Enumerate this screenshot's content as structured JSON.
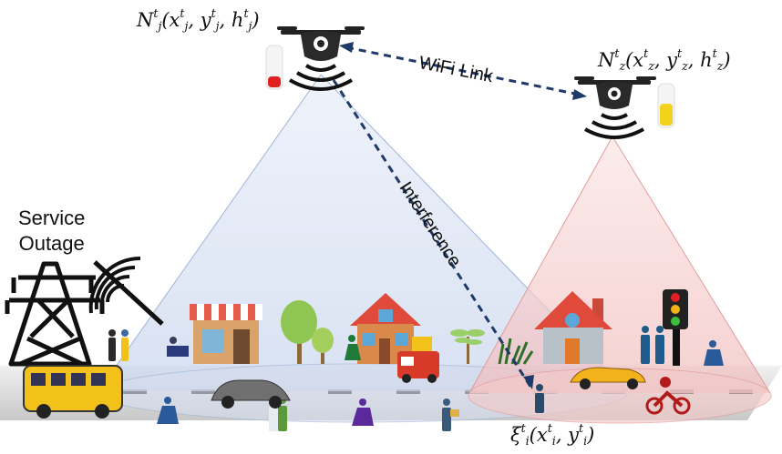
{
  "labels": {
    "service_outage_line1": "Service",
    "service_outage_line2": "Outage",
    "wifi_link": "WiFi Link",
    "interference": "Interference"
  },
  "nodes": {
    "drone_j": {
      "symbol": "N",
      "sup": "t",
      "sub": "j",
      "args": "(x",
      "args_full": "N_j^t(x_j^t, y_j^t, h_j^t)"
    },
    "drone_z": {
      "symbol": "N",
      "sup": "t",
      "sub": "z",
      "args_full": "N_z^t(x_z^t, y_z^t, h_z^t)"
    },
    "user_i": {
      "symbol": "ξ",
      "sup": "t",
      "sub": "i",
      "args_full": "ξ_i^t(x_i^t, y_i^t)"
    }
  },
  "colors": {
    "cone_left": "#c9d6ee",
    "cone_right": "#f4c6c6",
    "link_line": "#1f3a68",
    "road": "#d9d9d9",
    "battery_low": "#e02020",
    "battery_mid": "#f2d21b"
  }
}
